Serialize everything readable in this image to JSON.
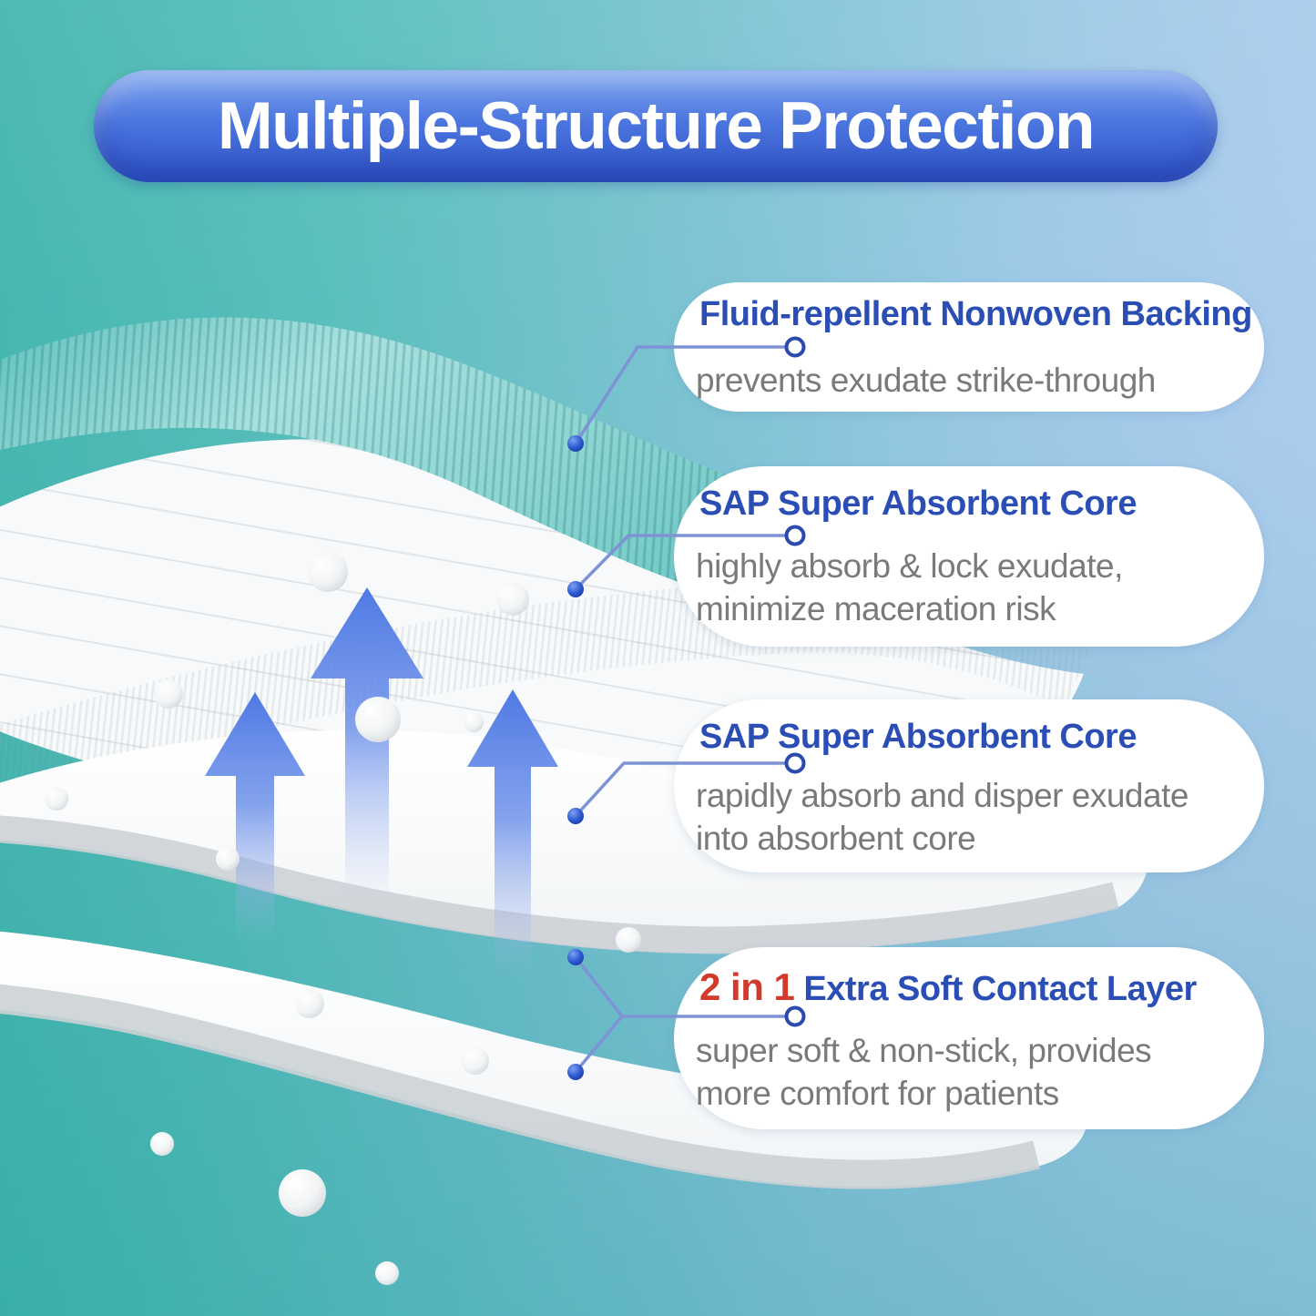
{
  "banner": {
    "title": "Multiple-Structure Protection"
  },
  "callouts": [
    {
      "id": "fluid-repellent-backing",
      "title": "Fluid-repellent Nonwoven Backing",
      "lines": [
        "prevents exudate strike-through"
      ]
    },
    {
      "id": "sap-core-upper",
      "title": "SAP Super Absorbent Core",
      "lines": [
        "highly absorb & lock exudate,",
        "minimize maceration risk"
      ]
    },
    {
      "id": "sap-core-lower",
      "title": "SAP Super Absorbent Core",
      "lines": [
        "rapidly absorb and disper exudate",
        "into absorbent core"
      ]
    },
    {
      "id": "contact-layer",
      "title_prefix": "2 in 1",
      "title": "Extra Soft Contact Layer",
      "lines": [
        "super soft & non-stick, provides",
        "more comfort for patients"
      ]
    }
  ],
  "colors": {
    "background_teal": "#43b6ae",
    "background_blue": "#adcdee",
    "banner_blue": "#3b63d2",
    "title_blue": "#2b4eb5",
    "desc_gray": "#7a7a7a",
    "accent_red": "#d23b2b",
    "layer_teal": "#7fd0cd",
    "layer_white": "#f8fafb",
    "layer_shadow_gray": "#cdd2d6",
    "connector_blue": "#7e93d6",
    "dot_blue": "#2050c8",
    "arrow_blue": "#4f79e4"
  }
}
